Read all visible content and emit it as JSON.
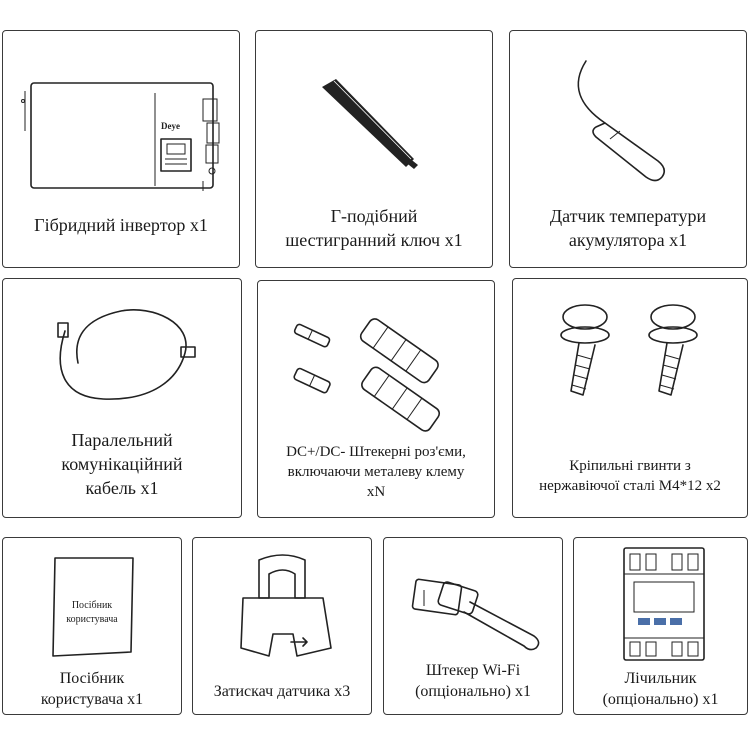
{
  "items": [
    {
      "id": "hybrid-inverter",
      "lines": [
        "Гібридний інвертор x1"
      ],
      "brand": "Deye"
    },
    {
      "id": "hex-key",
      "lines": [
        "Г-подібний",
        "шестигранний ключ x1"
      ]
    },
    {
      "id": "temp-sensor",
      "lines": [
        "Датчик температури",
        "акумулятора x1"
      ]
    },
    {
      "id": "parallel-cable",
      "lines": [
        "Паралельний",
        "комунікаційний",
        "кабель x1"
      ]
    },
    {
      "id": "dc-connectors",
      "lines": [
        "DC+/DC- Штекерні роз'єми,",
        "включаючи металеву клему",
        "xN"
      ]
    },
    {
      "id": "screws",
      "lines": [
        "Кріпильні гвинти з",
        "нержавіючої сталі M4*12 x2"
      ]
    },
    {
      "id": "user-manual",
      "lines": [
        "Посібник",
        "користувача x1"
      ],
      "cover_lines": [
        "Посібник",
        "користувача"
      ]
    },
    {
      "id": "sensor-clamp",
      "lines": [
        "Затискач датчика x3"
      ]
    },
    {
      "id": "wifi-plug",
      "lines": [
        "Штекер Wi-Fi",
        "(опціонально) x1"
      ]
    },
    {
      "id": "meter",
      "lines": [
        "Лічильник",
        "(опціонально) x1"
      ]
    }
  ]
}
